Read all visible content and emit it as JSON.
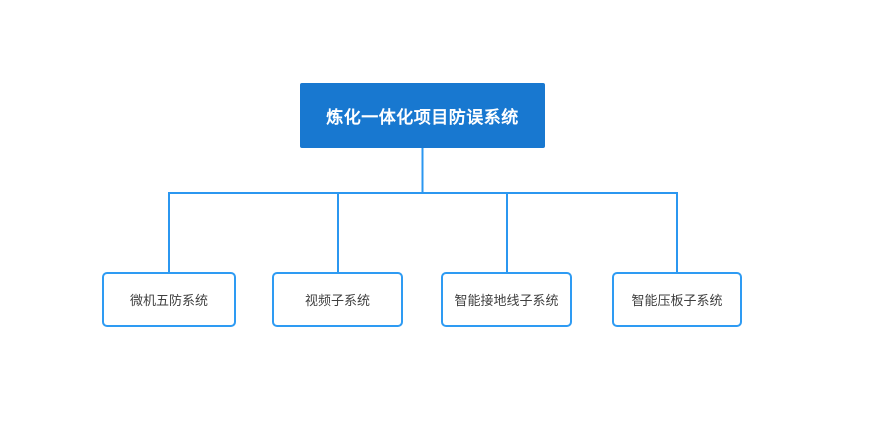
{
  "theme": {
    "background": "#ffffff",
    "root_fill": "#1878d0",
    "root_text": "#ffffff",
    "line_color": "#2b97f0",
    "child_border": "#2e9bf3",
    "child_fill": "#ffffff",
    "child_text": "#404040"
  },
  "diagram": {
    "type": "org-tree",
    "root": {
      "label": "炼化一体化项目防误系统"
    },
    "children": [
      {
        "label": "微机五防系统"
      },
      {
        "label": "视频子系统"
      },
      {
        "label": "智能接地线子系统"
      },
      {
        "label": "智能压板子系统"
      }
    ]
  }
}
